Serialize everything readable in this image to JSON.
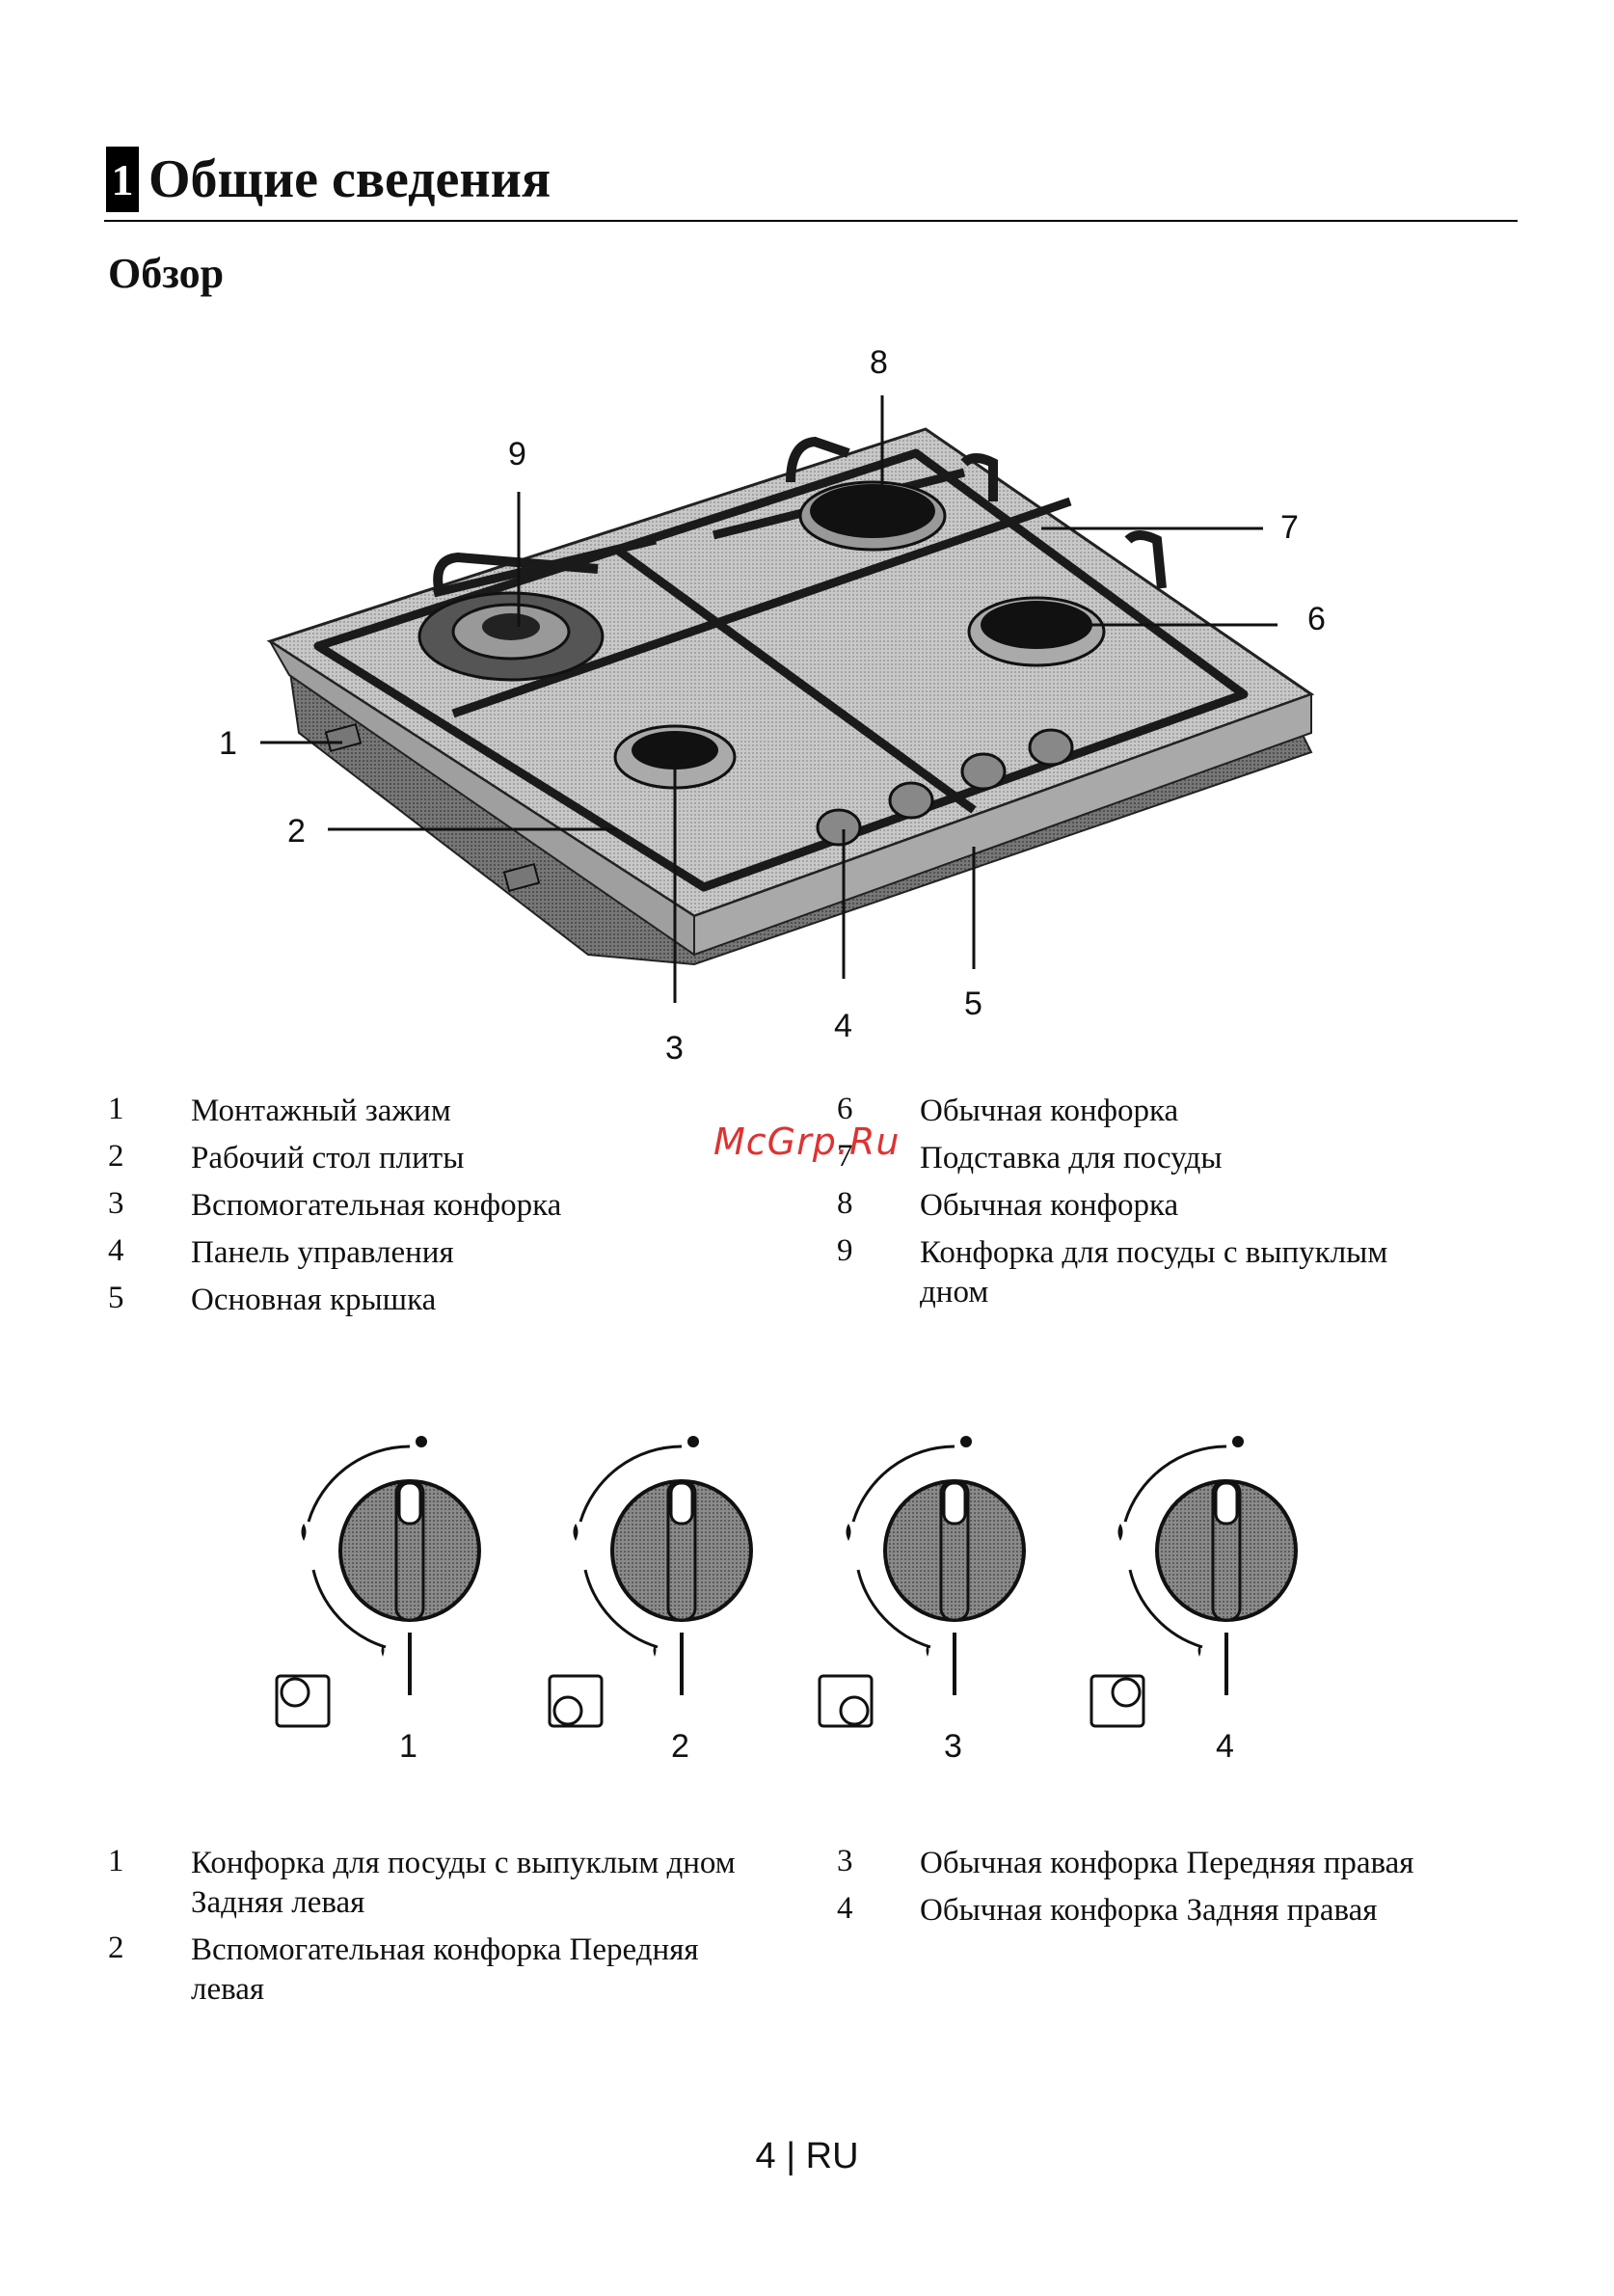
{
  "chapter": {
    "number": "1",
    "title": "Общие сведения"
  },
  "section": {
    "title": "Обзор"
  },
  "hob_figure": {
    "callouts": [
      "1",
      "2",
      "3",
      "4",
      "5",
      "6",
      "7",
      "8",
      "9"
    ]
  },
  "hob_legend": [
    {
      "num": "1",
      "text": "Монтажный зажим"
    },
    {
      "num": "2",
      "text": "Рабочий стол плиты"
    },
    {
      "num": "3",
      "text": "Вспомогательная конфорка"
    },
    {
      "num": "4",
      "text": "Панель управления"
    },
    {
      "num": "5",
      "text": "Основная крышка"
    },
    {
      "num": "6",
      "text": "Обычная конфорка"
    },
    {
      "num": "7",
      "text": "Подставка для посуды"
    },
    {
      "num": "8",
      "text": "Обычная конфорка"
    },
    {
      "num": "9",
      "text": "Конфорка для посуды с выпуклым дном"
    }
  ],
  "knob_figure": {
    "labels": [
      "1",
      "2",
      "3",
      "4"
    ]
  },
  "knob_legend": [
    {
      "num": "1",
      "text": "Конфорка для посуды с выпуклым дном Задняя левая"
    },
    {
      "num": "2",
      "text": "Вспомогательная конфорка Передняя левая"
    },
    {
      "num": "3",
      "text": "Обычная конфорка Передняя правая"
    },
    {
      "num": "4",
      "text": "Обычная конфорка Задняя правая"
    }
  ],
  "watermark": "McGrp.Ru",
  "footer": {
    "page": "4",
    "separator": "|",
    "lang": "RU"
  },
  "colors": {
    "text": "#111111",
    "watermark": "#dd3333",
    "panel": "#bdbdbd"
  }
}
